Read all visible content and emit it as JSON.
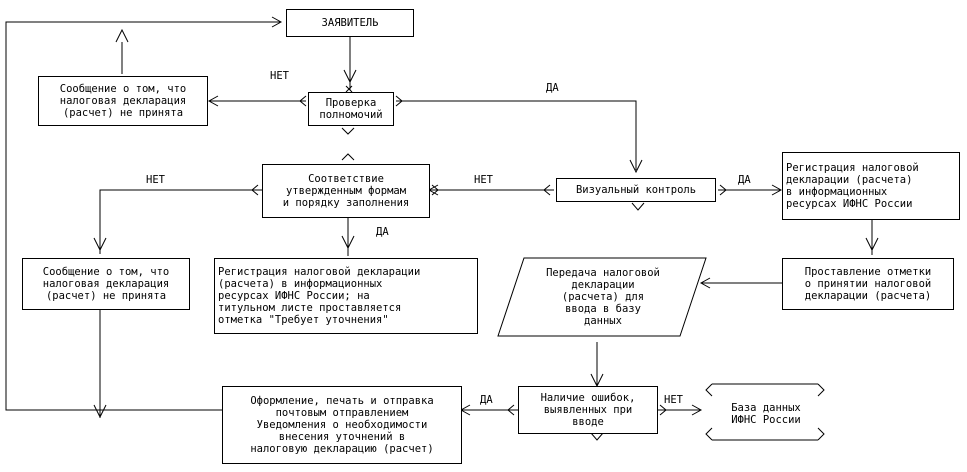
{
  "nodes": {
    "applicant": "ЗАЯВИТЕЛЬ",
    "check_authority": "Проверка\nполномочий",
    "msg_not_accepted_top": "Сообщение о том, что\nналоговая декларация\n(расчет) не принята",
    "visual_control": "Визуальный контроль",
    "conformity": "Соответствие\nутвержденным формам\nи порядку заполнения",
    "registration_resources": "Регистрация налоговой\nдекларации (расчета)\nв информационных\nресурсах ИФНС России",
    "msg_not_accepted_left": "Сообщение о том, что\nналоговая декларация\n(расчет) не принята",
    "registration_clarify": "Регистрация налоговой декларации\n(расчета) в информационных\nресурсах ИФНС России; на\nтитульном листе проставляется\nотметка \"Требует уточнения\"",
    "transfer_data": "Передача налоговой\nдекларации\n(расчета) для\nввода в базу\nданных",
    "mark_acceptance": "Проставление отметки\nо принятии налоговой\nдекларации (расчета)",
    "errors_check": "Наличие ошибок,\nвыявленных при\nвводе",
    "notification": "Оформление, печать и отправка\nпочтовым отправлением\nУведомления о необходимости\nвнесения уточнений в\nналоговую декларацию (расчет)",
    "database": "База данных\nИФНС России"
  },
  "labels": {
    "net_authority": "НЕТ",
    "da_authority": "ДА",
    "net_visual": "НЕТ",
    "da_visual": "ДА",
    "net_conformity": "НЕТ",
    "da_conformity": "ДА",
    "da_errors": "ДА",
    "net_errors": "НЕТ"
  }
}
